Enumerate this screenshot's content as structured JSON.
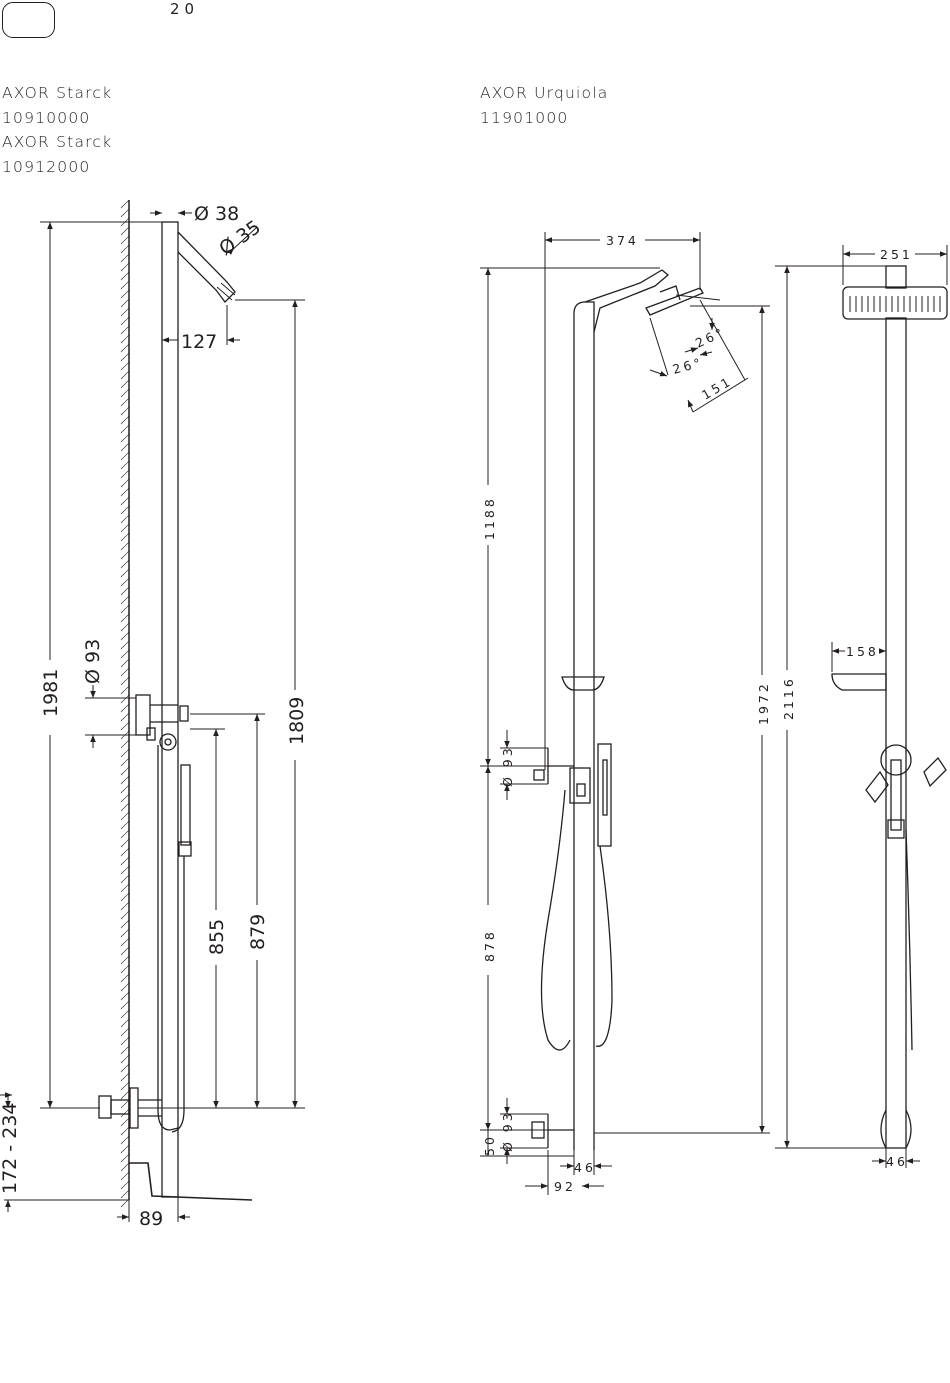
{
  "page": {
    "number": "20"
  },
  "left_product": {
    "lines": [
      "AXOR Starck",
      "10910000",
      "AXOR Starck",
      "10912000"
    ]
  },
  "right_product": {
    "lines": [
      "AXOR Urquiola",
      "11901000"
    ]
  },
  "left_dimensions": {
    "d38": "Ø 38",
    "d35": "Ø 35",
    "d127": "127",
    "d93": "Ø 93",
    "d1981": "1981",
    "d1809": "1809",
    "d855": "855",
    "d879": "879",
    "d172_234": "172 - 234",
    "d89": "89"
  },
  "right_dimensions": {
    "d374": "374",
    "d1188": "1188",
    "d26a": "26°",
    "d26b": "26°",
    "d151": "151",
    "d93a": "Ø 93",
    "d878": "878",
    "d50": "50",
    "d93b": "Ø 93",
    "d46a": "46",
    "d92": "92",
    "d1972": "1972",
    "d2116": "2116",
    "d251": "251",
    "d158": "158",
    "d46b": "46"
  }
}
